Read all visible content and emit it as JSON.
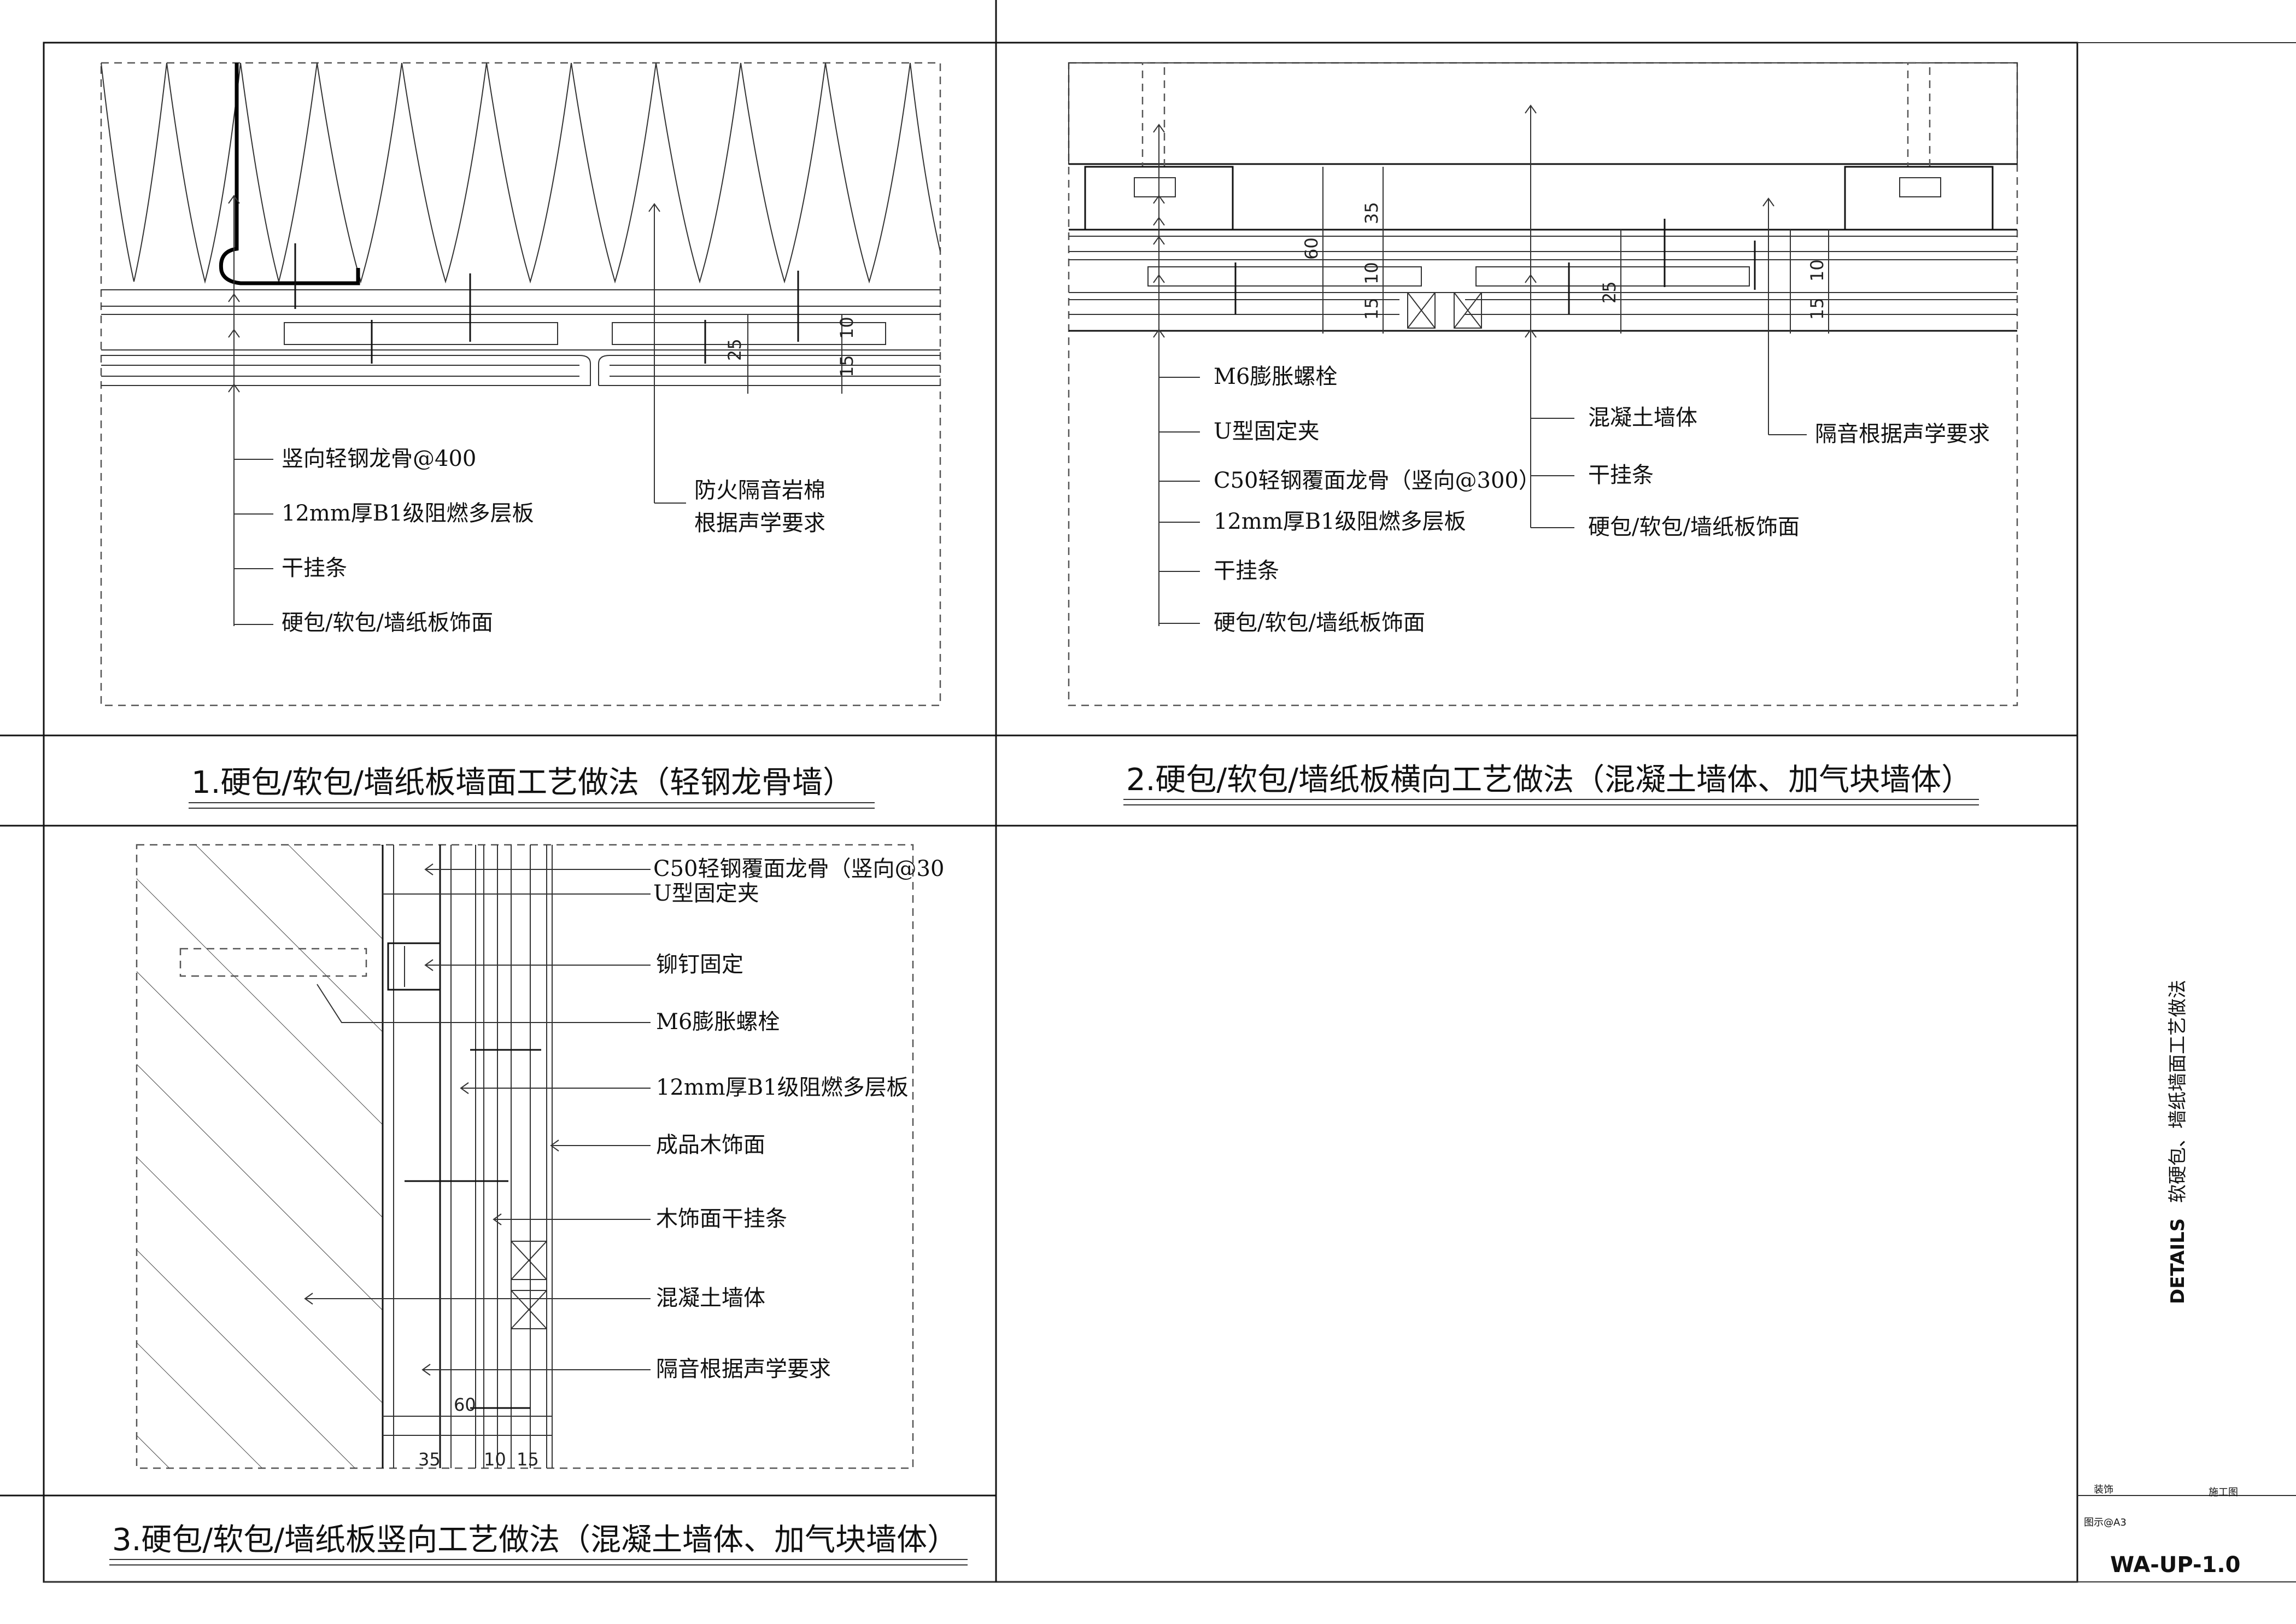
{
  "details": {
    "d1": {
      "caption": "1.硬包/软包/墙纸板墙面工艺做法（轻钢龙骨墙）",
      "labels": [
        "竖向轻钢龙骨@400",
        "12mm厚B1级阻燃多层板",
        "干挂条",
        "硬包/软包/墙纸板饰面"
      ],
      "right_label_1": "防火隔音岩棉",
      "right_label_2": "根据声学要求",
      "dims": [
        "25",
        "15",
        "10"
      ]
    },
    "d2": {
      "caption": "2.硬包/软包/墙纸板横向工艺做法（混凝土墙体、加气块墙体）",
      "labels_left": [
        "M6膨胀螺栓",
        "U型固定夹",
        "C50轻钢覆面龙骨（竖向@300）",
        "12mm厚B1级阻燃多层板",
        "干挂条",
        "硬包/软包/墙纸板饰面"
      ],
      "labels_mid": [
        "混凝土墙体",
        "干挂条",
        "硬包/软包/墙纸板饰面"
      ],
      "label_right": "隔音根据声学要求",
      "dims": [
        "35",
        "60",
        "10",
        "15",
        "25",
        "10",
        "15"
      ]
    },
    "d3": {
      "caption": "3.硬包/软包/墙纸板竖向工艺做法（混凝土墙体、加气块墙体）",
      "labels": [
        "C50轻钢覆面龙骨（竖向@30",
        "U型固定夹",
        "铆钉固定",
        "M6膨胀螺栓",
        "12mm厚B1级阻燃多层板",
        "成品木饰面",
        "木饰面干挂条",
        "混凝土墙体",
        "隔音根据声学要求"
      ],
      "dims": [
        "60",
        "35",
        "10",
        "15"
      ]
    }
  },
  "title_block": {
    "title_en": "DETAILS",
    "title_cn": "软硬包、墙纸墙面工艺做法",
    "field_1": "装饰",
    "field_2": "施工图",
    "scale": "图示@A3",
    "drawing_no": "WA-UP-1.0"
  }
}
